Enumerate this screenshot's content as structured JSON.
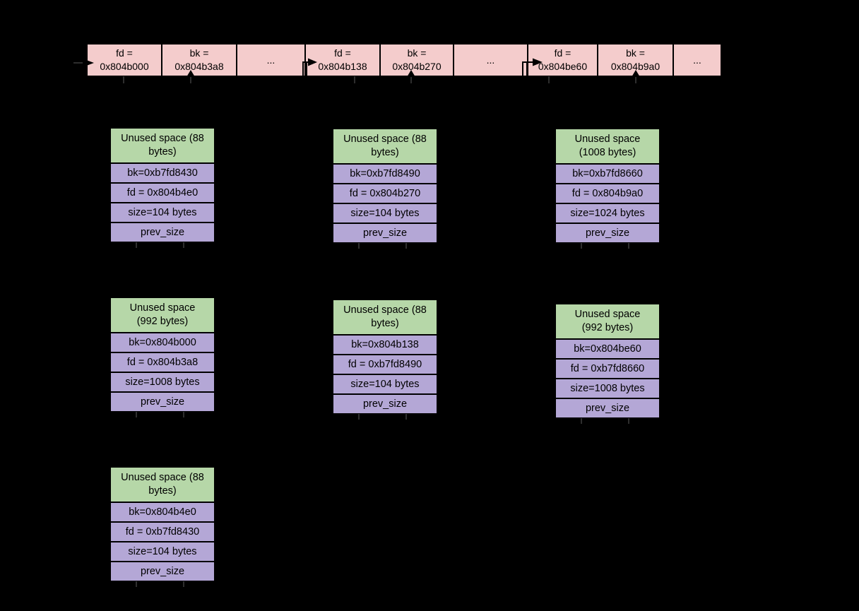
{
  "title": "heap-free-chunks-bins-diagram",
  "colors": {
    "bin_cell": "#f4cccc",
    "unused_space": "#b6d7a8",
    "chunk_field": "#b4a7d6",
    "background": "#000000",
    "border": "#000000"
  },
  "bin_bar": {
    "cells": [
      {
        "label": "fd =\n0x804b000"
      },
      {
        "label": "bk =\n0x804b3a8"
      },
      {
        "label": "..."
      },
      {
        "label": "fd =\n0x804b138"
      },
      {
        "label": "bk =\n0x804b270"
      },
      {
        "label": "..."
      },
      {
        "label": "fd =\n0x804be60"
      },
      {
        "label": "bk =\n0x804b9a0"
      },
      {
        "label": "..."
      }
    ]
  },
  "chunks": [
    {
      "header": "Unused space (88\nbytes)",
      "rows": [
        "bk=0xb7fd8430",
        "fd = 0x804b4e0",
        "size=104 bytes",
        "prev_size"
      ]
    },
    {
      "header": "Unused space (88\nbytes)",
      "rows": [
        "bk=0xb7fd8490",
        "fd = 0x804b270",
        "size=104 bytes",
        "prev_size"
      ]
    },
    {
      "header": "Unused space\n(1008 bytes)",
      "rows": [
        "bk=0xb7fd8660",
        "fd = 0x804b9a0",
        "size=1024 bytes",
        "prev_size"
      ]
    },
    {
      "header": "Unused space\n(992 bytes)",
      "rows": [
        "bk=0x804b000",
        "fd = 0x804b3a8",
        "size=1008 bytes",
        "prev_size"
      ]
    },
    {
      "header": "Unused space (88\nbytes)",
      "rows": [
        "bk=0x804b138",
        "fd = 0xb7fd8490",
        "size=104 bytes",
        "prev_size"
      ]
    },
    {
      "header": "Unused space\n(992 bytes)",
      "rows": [
        "bk=0x804be60",
        "fd = 0xb7fd8660",
        "size=1008 bytes",
        "prev_size"
      ]
    },
    {
      "header": "Unused space (88\nbytes)",
      "rows": [
        "bk=0x804b4e0",
        "fd = 0xb7fd8430",
        "size=104 bytes",
        "prev_size"
      ]
    }
  ]
}
